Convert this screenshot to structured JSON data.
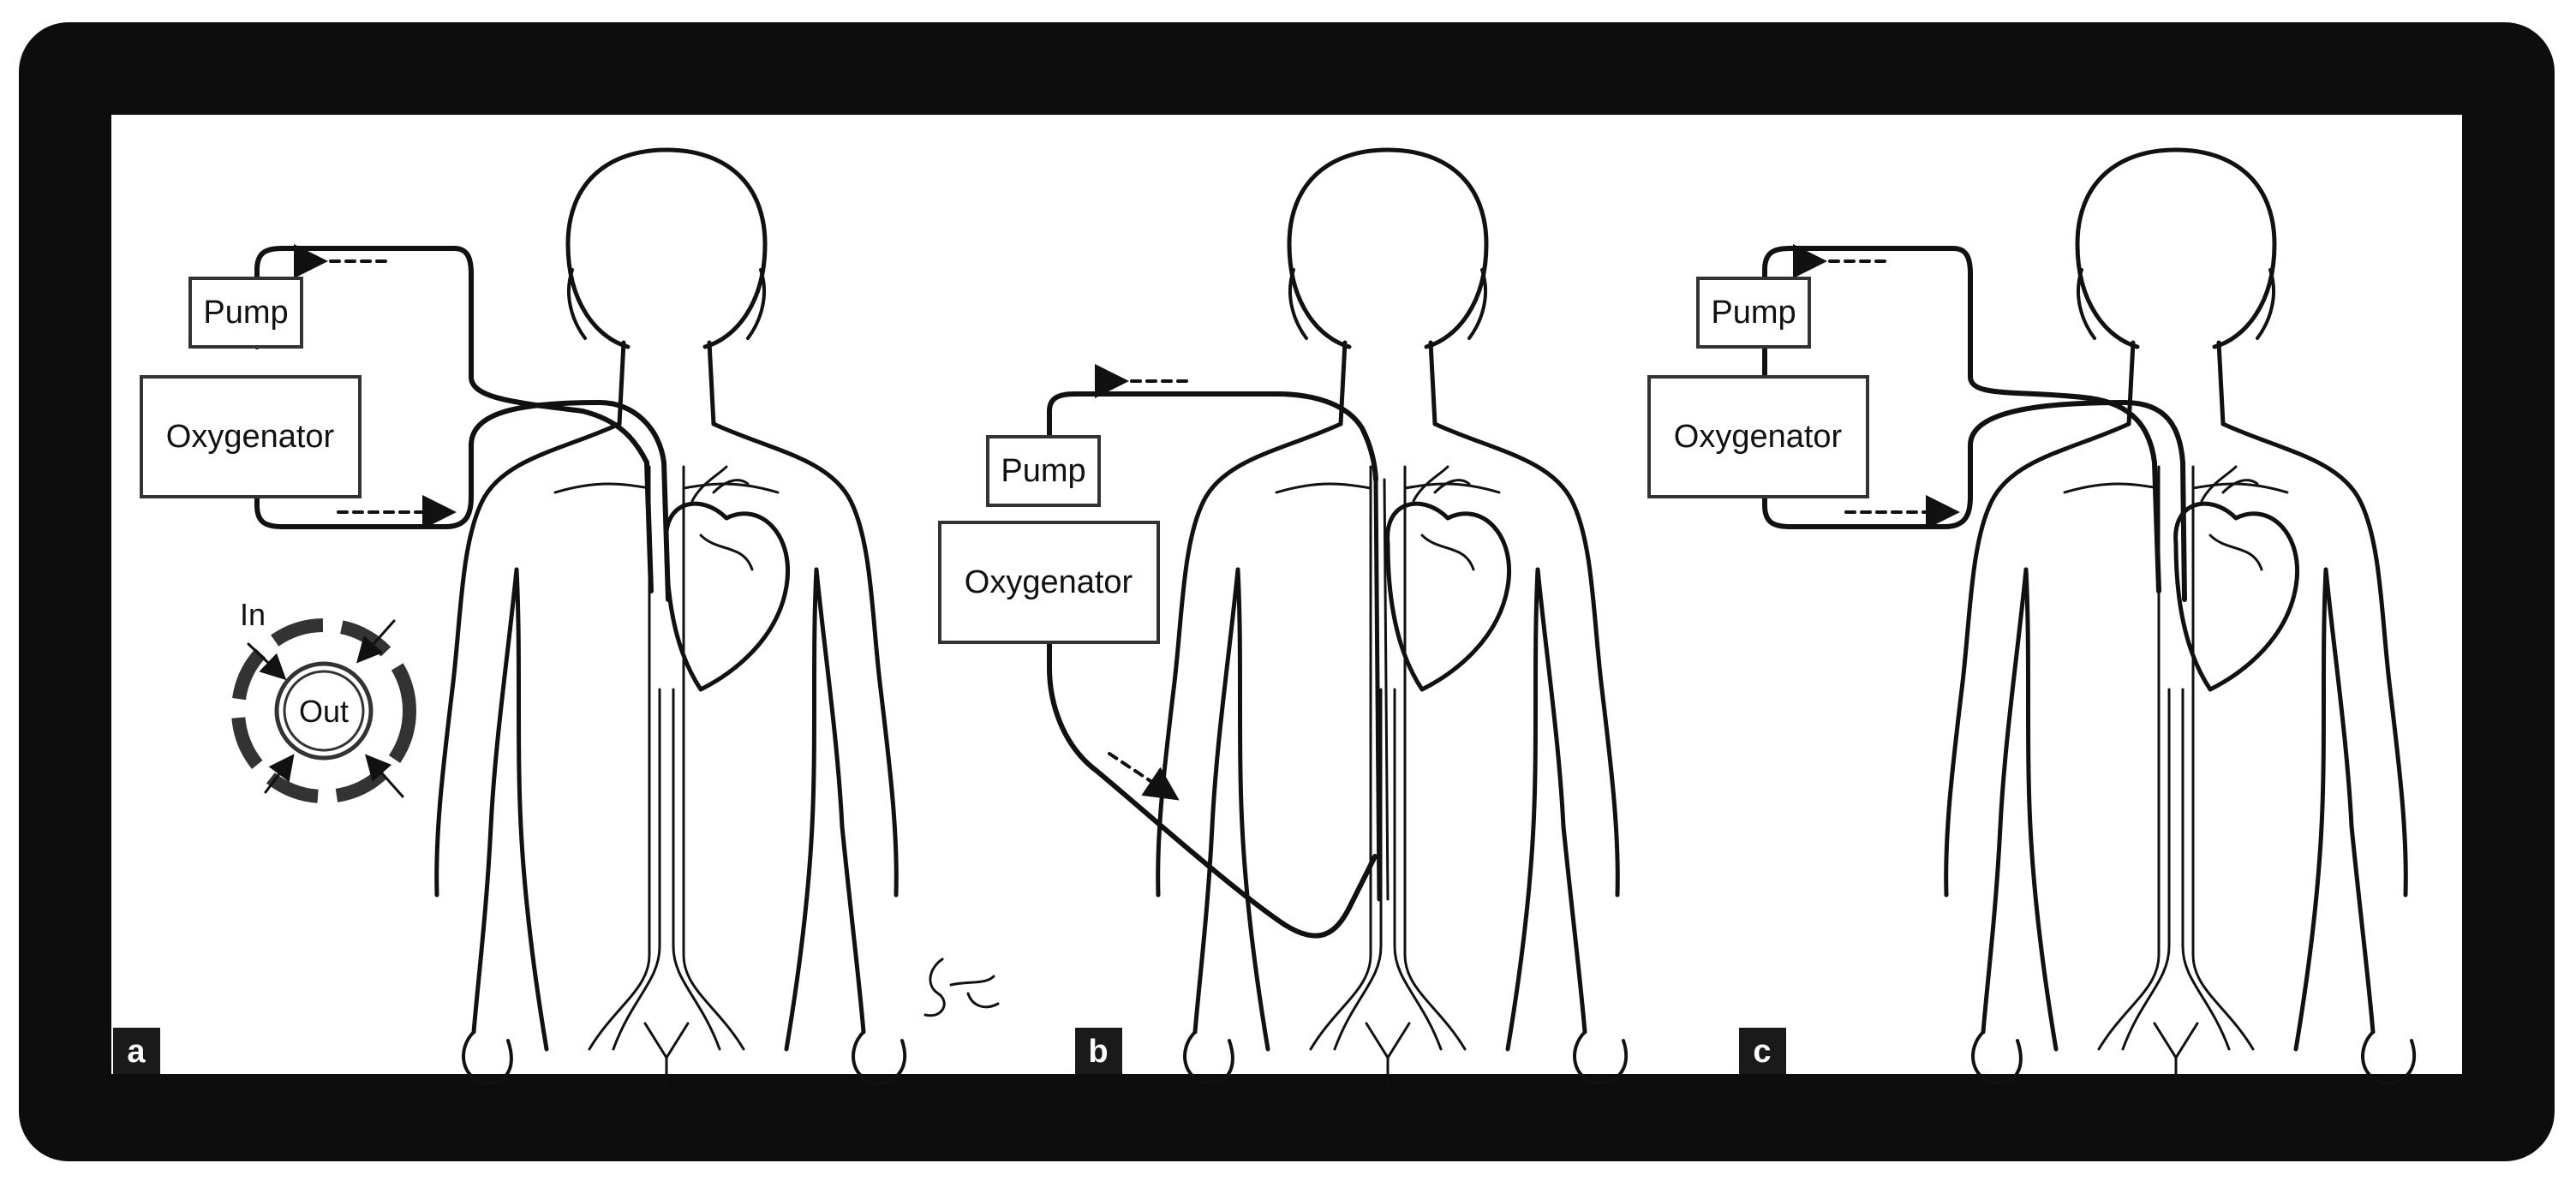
{
  "panels": [
    {
      "tag": "a",
      "pump_label": "Pump",
      "oxygenator_label": "Oxygenator",
      "inset": {
        "in_label": "In",
        "out_label": "Out"
      }
    },
    {
      "tag": "b",
      "pump_label": "Pump",
      "oxygenator_label": "Oxygenator"
    },
    {
      "tag": "c",
      "pump_label": "Pump",
      "oxygenator_label": "Oxygenator"
    }
  ],
  "colors": {
    "frame": "#0d0d0d",
    "line": "#111111",
    "background": "#ffffff"
  }
}
